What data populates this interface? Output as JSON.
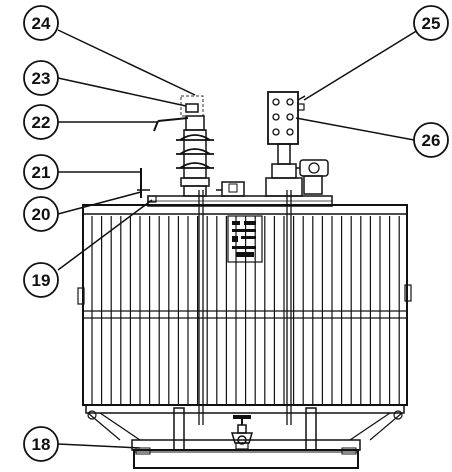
{
  "callouts": [
    {
      "id": "c24",
      "label": "24"
    },
    {
      "id": "c25",
      "label": "25"
    },
    {
      "id": "c23",
      "label": "23"
    },
    {
      "id": "c22",
      "label": "22"
    },
    {
      "id": "c26",
      "label": "26"
    },
    {
      "id": "c21",
      "label": "21"
    },
    {
      "id": "c20",
      "label": "20"
    },
    {
      "id": "c19",
      "label": "19"
    },
    {
      "id": "c18",
      "label": "18"
    }
  ],
  "colors": {
    "line": "#111111",
    "background": "#ffffff"
  }
}
